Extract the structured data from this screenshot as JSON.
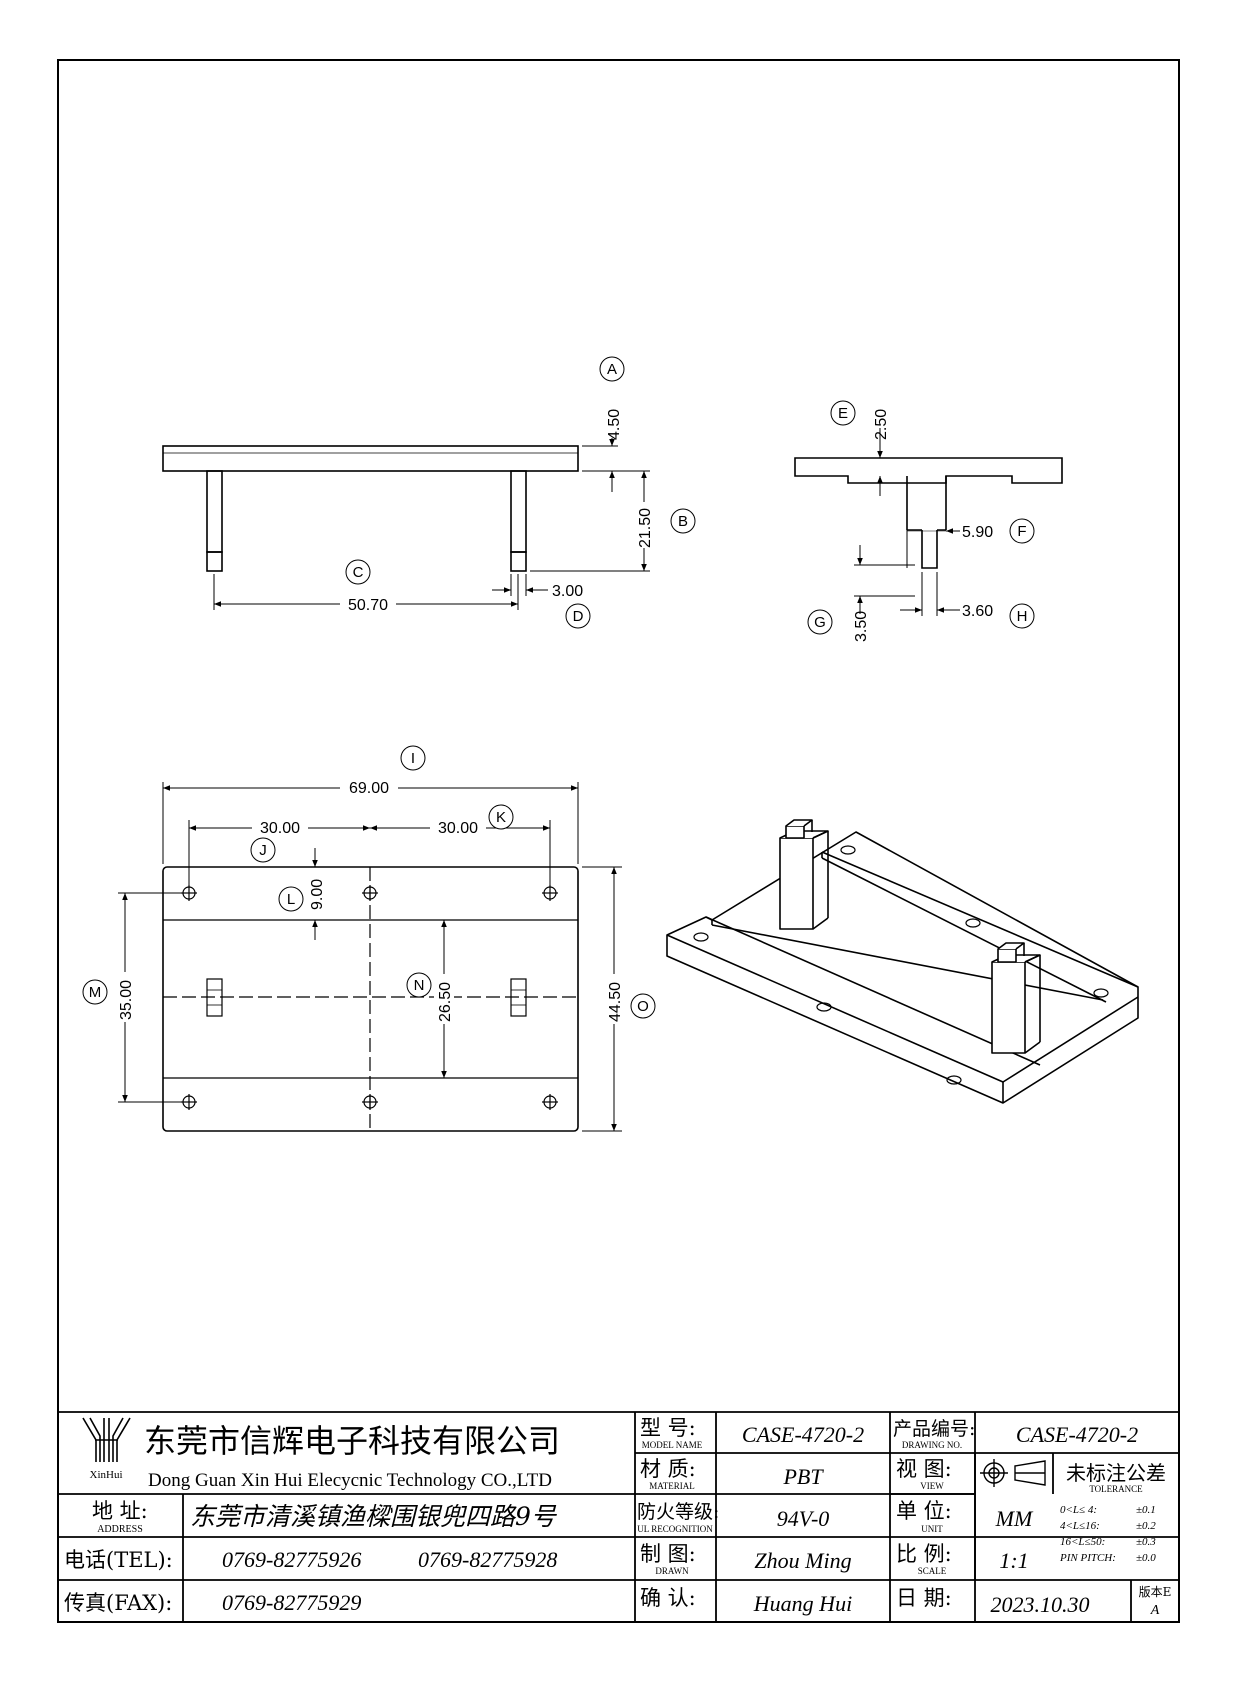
{
  "dimensions": {
    "A": {
      "bubble": "A",
      "value": "4.50"
    },
    "B": {
      "bubble": "B",
      "value": "21.50"
    },
    "C": {
      "bubble": "C",
      "value": "50.70"
    },
    "D": {
      "bubble": "D",
      "value": "3.00"
    },
    "E": {
      "bubble": "E",
      "value": "2.50"
    },
    "F": {
      "bubble": "F",
      "value": "5.90"
    },
    "G": {
      "bubble": "G",
      "value": "3.50"
    },
    "H": {
      "bubble": "H",
      "value": "3.60"
    },
    "I": {
      "bubble": "I",
      "value": "69.00"
    },
    "J": {
      "bubble": "J",
      "value": "30.00"
    },
    "K": {
      "bubble": "K",
      "value": "30.00"
    },
    "L": {
      "bubble": "L",
      "value": "9.00"
    },
    "M": {
      "bubble": "M",
      "value": "35.00"
    },
    "N": {
      "bubble": "N",
      "value": "26.50"
    },
    "O": {
      "bubble": "O",
      "value": "44.50"
    }
  },
  "title_block": {
    "logo_text": "XinHui",
    "company_cn": "东莞市信辉电子科技有限公司",
    "company_en": "Dong Guan Xin Hui Elecycnic Technology CO.,LTD",
    "address_label_cn": "地  址:",
    "address_label_en": "ADDRESS",
    "address": "东莞市清溪镇渔樑围银兜四路9号",
    "tel_label": "电话(TEL):",
    "tel_1": "0769-82775926",
    "tel_2": "0769-82775928",
    "fax_label": "传真(FAX):",
    "fax": "0769-82775929",
    "model_label_cn": "型  号:",
    "model_label_en": "MODEL NAME",
    "model": "CASE-4720-2",
    "material_label_cn": "材  质:",
    "material_label_en": "MATERIAL",
    "material": "PBT",
    "ul_label_cn": "防火等级:",
    "ul_label_en": "UL RECOGNITION",
    "ul": "94V-0",
    "drawn_label_cn": "制  图:",
    "drawn_label_en": "DRAWN",
    "drawn": "Zhou Ming",
    "confirm_label_cn": "确  认:",
    "confirm": "Huang Hui",
    "drawing_no_label_cn": "产品编号:",
    "drawing_no_label_en": "DRAWING NO.",
    "drawing_no": "CASE-4720-2",
    "view_label_cn": "视  图:",
    "view_label_en": "VIEW",
    "unit_label_cn": "单  位:",
    "unit_label_en": "UNIT",
    "unit": "MM",
    "scale_label_cn": "比  例:",
    "scale_label_en": "SCALE",
    "scale": "1:1",
    "date_label_cn": "日  期:",
    "date": "2023.10.30",
    "tolerance_label_cn": "未标注公差",
    "tolerance_label_en": "TOLERANCE",
    "tolerance_rows": [
      {
        "range": "0<L≤ 4:",
        "value": "±0.1"
      },
      {
        "range": "4<L≤16:",
        "value": "±0.2"
      },
      {
        "range": "16<L≤50:",
        "value": "±0.3"
      },
      {
        "range": "PIN PITCH:",
        "value": "±0.0"
      }
    ],
    "version_label": "版本E",
    "version": "A"
  }
}
